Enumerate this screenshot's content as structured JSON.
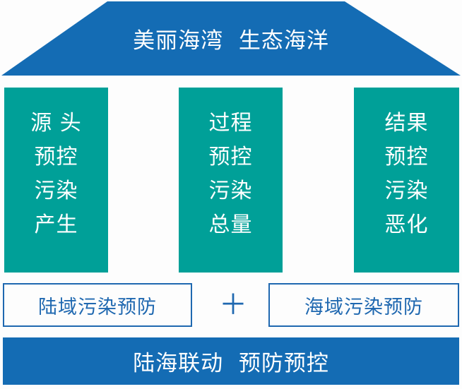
{
  "diagram": {
    "title": "美丽海湾  生态海洋",
    "colors": {
      "blue": "#146cb4",
      "teal": "#00a098",
      "outline_blue": "#1f68b0",
      "background": "#fdfdfd",
      "text_on_fill": "#ffffff"
    },
    "roof": {
      "label": "美丽海湾  生态海洋"
    },
    "pillars": [
      {
        "name": "source-control",
        "lines": [
          "源 头",
          "预控",
          "污染",
          "产生"
        ]
      },
      {
        "name": "process-control",
        "lines": [
          "过程",
          "预控",
          "污染",
          "总量"
        ]
      },
      {
        "name": "result-control",
        "lines": [
          "结果",
          "预控",
          "污染",
          "恶化"
        ]
      }
    ],
    "middle_row": {
      "left_box": "陆域污染预防",
      "operator": "＋",
      "right_box": "海域污染预防"
    },
    "base": {
      "label": "陆海联动  预防预控"
    }
  }
}
